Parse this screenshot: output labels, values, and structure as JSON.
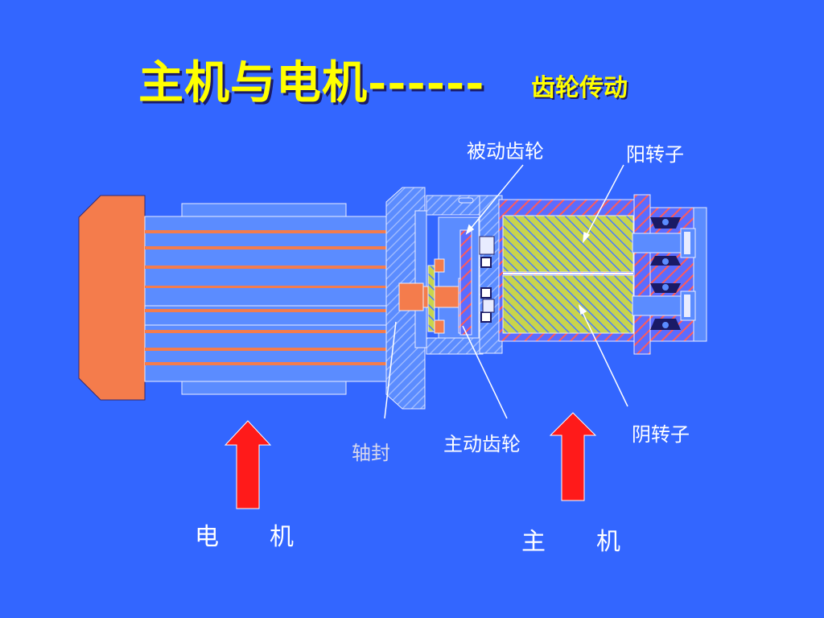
{
  "title": {
    "main": "主机与电机------",
    "sub": "齿轮传动"
  },
  "labels": {
    "driven_gear": "被动齿轮",
    "male_rotor": "阳转子",
    "shaft_seal": "轴封",
    "driving_gear": "主动齿轮",
    "female_rotor": "阴转子",
    "motor": "电　　机",
    "compressor": "主　　机"
  },
  "colors": {
    "background": "#3366ff",
    "title": "#ffff00",
    "motor_body": "#f47c4c",
    "motor_core": "#5b8cff",
    "casing_hatch": "#7a9cff",
    "rotor_fill": "#c8d44c",
    "arrow": "#ff1a1a"
  }
}
